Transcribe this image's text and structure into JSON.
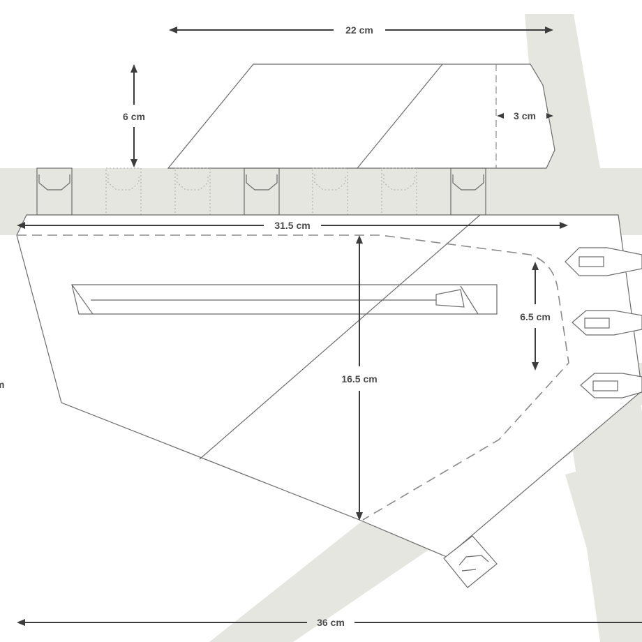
{
  "colors": {
    "frame": "#e6e6e0",
    "outline": "#6b6b6b",
    "dimension": "#3c3c3c",
    "background": "#ffffff"
  },
  "dimensions": {
    "top_width": "22 cm",
    "top_height": "6 cm",
    "top_depth": "3 cm",
    "main_width": "31.5 cm",
    "main_height": "16.5 cm",
    "front_height": "6.5 cm",
    "bottom_length": "36 cm",
    "cut_left": "m"
  }
}
